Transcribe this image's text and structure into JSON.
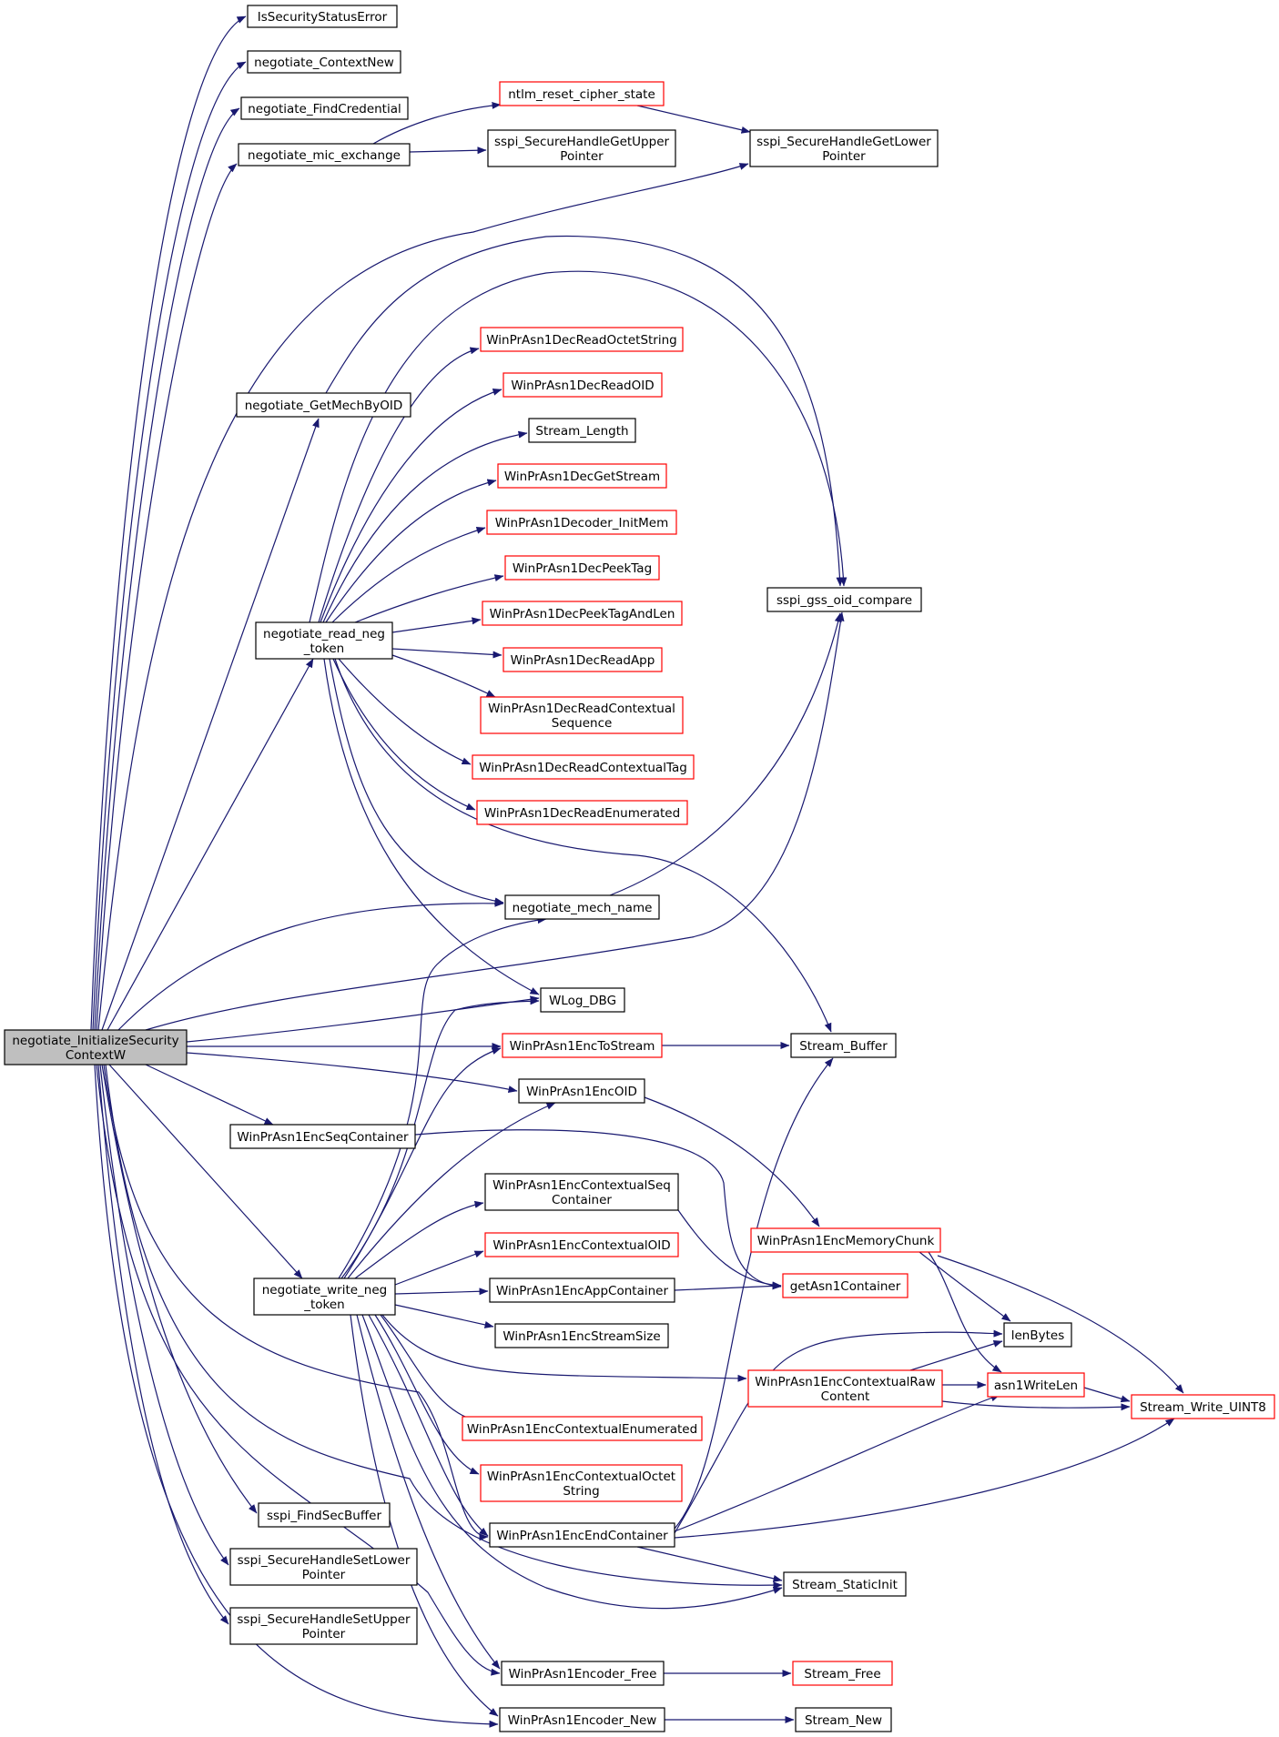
{
  "colors": {
    "edge": "#191970",
    "node_text": "#000000",
    "node_border_black": "#000000",
    "node_border_red": "#ff0000",
    "root_fill": "#bfbfbf",
    "node_fill": "#ffffff"
  },
  "graph": {
    "root": "n_root",
    "nodes": [
      {
        "id": "n_root",
        "lines": [
          "negotiate_InitializeSecurity",
          "ContextW"
        ],
        "style": "root"
      },
      {
        "id": "n_issec",
        "lines": [
          "IsSecurityStatusError"
        ],
        "style": "black"
      },
      {
        "id": "n_ctxnew",
        "lines": [
          "negotiate_ContextNew"
        ],
        "style": "black"
      },
      {
        "id": "n_findcred",
        "lines": [
          "negotiate_FindCredential"
        ],
        "style": "black"
      },
      {
        "id": "n_mic",
        "lines": [
          "negotiate_mic_exchange"
        ],
        "style": "black"
      },
      {
        "id": "n_ntlmreset",
        "lines": [
          "ntlm_reset_cipher_state"
        ],
        "style": "red"
      },
      {
        "id": "n_getupper",
        "lines": [
          "sspi_SecureHandleGetUpper",
          "Pointer"
        ],
        "style": "black"
      },
      {
        "id": "n_getlower",
        "lines": [
          "sspi_SecureHandleGetLower",
          "Pointer"
        ],
        "style": "black"
      },
      {
        "id": "n_getmech",
        "lines": [
          "negotiate_GetMechByOID"
        ],
        "style": "black"
      },
      {
        "id": "n_readocts",
        "lines": [
          "WinPrAsn1DecReadOctetString"
        ],
        "style": "red"
      },
      {
        "id": "n_readoid",
        "lines": [
          "WinPrAsn1DecReadOID"
        ],
        "style": "red"
      },
      {
        "id": "n_streamlen",
        "lines": [
          "Stream_Length"
        ],
        "style": "black"
      },
      {
        "id": "n_getstream",
        "lines": [
          "WinPrAsn1DecGetStream"
        ],
        "style": "red"
      },
      {
        "id": "n_initmem",
        "lines": [
          "WinPrAsn1Decoder_InitMem"
        ],
        "style": "red"
      },
      {
        "id": "n_peektag",
        "lines": [
          "WinPrAsn1DecPeekTag"
        ],
        "style": "red"
      },
      {
        "id": "n_peektaglen",
        "lines": [
          "WinPrAsn1DecPeekTagAndLen"
        ],
        "style": "red"
      },
      {
        "id": "n_readapp",
        "lines": [
          "WinPrAsn1DecReadApp"
        ],
        "style": "red"
      },
      {
        "id": "n_readctxseq",
        "lines": [
          "WinPrAsn1DecReadContextual",
          "Sequence"
        ],
        "style": "red"
      },
      {
        "id": "n_readctxtag",
        "lines": [
          "WinPrAsn1DecReadContextualTag"
        ],
        "style": "red"
      },
      {
        "id": "n_readenum",
        "lines": [
          "WinPrAsn1DecReadEnumerated"
        ],
        "style": "red"
      },
      {
        "id": "n_gsscmp",
        "lines": [
          "sspi_gss_oid_compare"
        ],
        "style": "black"
      },
      {
        "id": "n_readneg",
        "lines": [
          "negotiate_read_neg",
          "_token"
        ],
        "style": "black"
      },
      {
        "id": "n_mechname",
        "lines": [
          "negotiate_mech_name"
        ],
        "style": "black"
      },
      {
        "id": "n_wlog",
        "lines": [
          "WLog_DBG"
        ],
        "style": "black"
      },
      {
        "id": "n_enctostream",
        "lines": [
          "WinPrAsn1EncToStream"
        ],
        "style": "red"
      },
      {
        "id": "n_streambuf",
        "lines": [
          "Stream_Buffer"
        ],
        "style": "black"
      },
      {
        "id": "n_encoid",
        "lines": [
          "WinPrAsn1EncOID"
        ],
        "style": "black"
      },
      {
        "id": "n_encseqc",
        "lines": [
          "WinPrAsn1EncSeqContainer"
        ],
        "style": "black"
      },
      {
        "id": "n_encctxseqc",
        "lines": [
          "WinPrAsn1EncContextualSeq",
          "Container"
        ],
        "style": "black"
      },
      {
        "id": "n_encmem",
        "lines": [
          "WinPrAsn1EncMemoryChunk"
        ],
        "style": "red"
      },
      {
        "id": "n_encctxoid",
        "lines": [
          "WinPrAsn1EncContextualOID"
        ],
        "style": "red"
      },
      {
        "id": "n_writeneg",
        "lines": [
          "negotiate_write_neg",
          "_token"
        ],
        "style": "black"
      },
      {
        "id": "n_encappc",
        "lines": [
          "WinPrAsn1EncAppContainer"
        ],
        "style": "black"
      },
      {
        "id": "n_getasn1c",
        "lines": [
          "getAsn1Container"
        ],
        "style": "red"
      },
      {
        "id": "n_encstrsize",
        "lines": [
          "WinPrAsn1EncStreamSize"
        ],
        "style": "black"
      },
      {
        "id": "n_lenbytes",
        "lines": [
          "lenBytes"
        ],
        "style": "black"
      },
      {
        "id": "n_encctxraw",
        "lines": [
          "WinPrAsn1EncContextualRaw",
          "Content"
        ],
        "style": "red"
      },
      {
        "id": "n_asn1wl",
        "lines": [
          "asn1WriteLen"
        ],
        "style": "red"
      },
      {
        "id": "n_wuint8",
        "lines": [
          "Stream_Write_UINT8"
        ],
        "style": "red"
      },
      {
        "id": "n_encctxenum",
        "lines": [
          "WinPrAsn1EncContextualEnumerated"
        ],
        "style": "red"
      },
      {
        "id": "n_encctxocts",
        "lines": [
          "WinPrAsn1EncContextualOctet",
          "String"
        ],
        "style": "red"
      },
      {
        "id": "n_findsecbuf",
        "lines": [
          "sspi_FindSecBuffer"
        ],
        "style": "black"
      },
      {
        "id": "n_encendc",
        "lines": [
          "WinPrAsn1EncEndContainer"
        ],
        "style": "black"
      },
      {
        "id": "n_setlower",
        "lines": [
          "sspi_SecureHandleSetLower",
          "Pointer"
        ],
        "style": "black"
      },
      {
        "id": "n_staticinit",
        "lines": [
          "Stream_StaticInit"
        ],
        "style": "black"
      },
      {
        "id": "n_setupper",
        "lines": [
          "sspi_SecureHandleSetUpper",
          "Pointer"
        ],
        "style": "black"
      },
      {
        "id": "n_encfree",
        "lines": [
          "WinPrAsn1Encoder_Free"
        ],
        "style": "black"
      },
      {
        "id": "n_streamfree",
        "lines": [
          "Stream_Free"
        ],
        "style": "red"
      },
      {
        "id": "n_encnew",
        "lines": [
          "WinPrAsn1Encoder_New"
        ],
        "style": "black"
      },
      {
        "id": "n_streamnew",
        "lines": [
          "Stream_New"
        ],
        "style": "black"
      }
    ]
  }
}
